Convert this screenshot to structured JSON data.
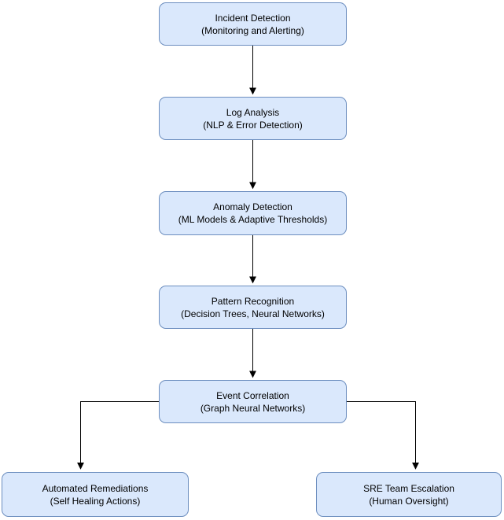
{
  "diagram": {
    "type": "flowchart",
    "colors": {
      "node_fill": "#dae8fc",
      "node_border": "#6c8ebf",
      "arrow": "#000000",
      "text": "#000000",
      "background": "#ffffff"
    },
    "nodes": [
      {
        "id": "incident-detection",
        "label": "Incident Detection",
        "sublabel": "(Monitoring and Alerting)"
      },
      {
        "id": "log-analysis",
        "label": "Log Analysis",
        "sublabel": "(NLP & Error Detection)"
      },
      {
        "id": "anomaly-detection",
        "label": "Anomaly Detection",
        "sublabel": "(ML Models & Adaptive Thresholds)"
      },
      {
        "id": "pattern-recognition",
        "label": "Pattern Recognition",
        "sublabel": "(Decision Trees, Neural Networks)"
      },
      {
        "id": "event-correlation",
        "label": "Event Correlation",
        "sublabel": "(Graph Neural Networks)"
      },
      {
        "id": "automated-remediations",
        "label": "Automated Remediations",
        "sublabel": "(Self Healing Actions)"
      },
      {
        "id": "sre-team-escalation",
        "label": "SRE Team Escalation",
        "sublabel": "(Human Oversight)"
      }
    ],
    "edges": [
      {
        "from": "incident-detection",
        "to": "log-analysis"
      },
      {
        "from": "log-analysis",
        "to": "anomaly-detection"
      },
      {
        "from": "anomaly-detection",
        "to": "pattern-recognition"
      },
      {
        "from": "pattern-recognition",
        "to": "event-correlation"
      },
      {
        "from": "event-correlation",
        "to": "automated-remediations"
      },
      {
        "from": "event-correlation",
        "to": "sre-team-escalation"
      }
    ]
  }
}
